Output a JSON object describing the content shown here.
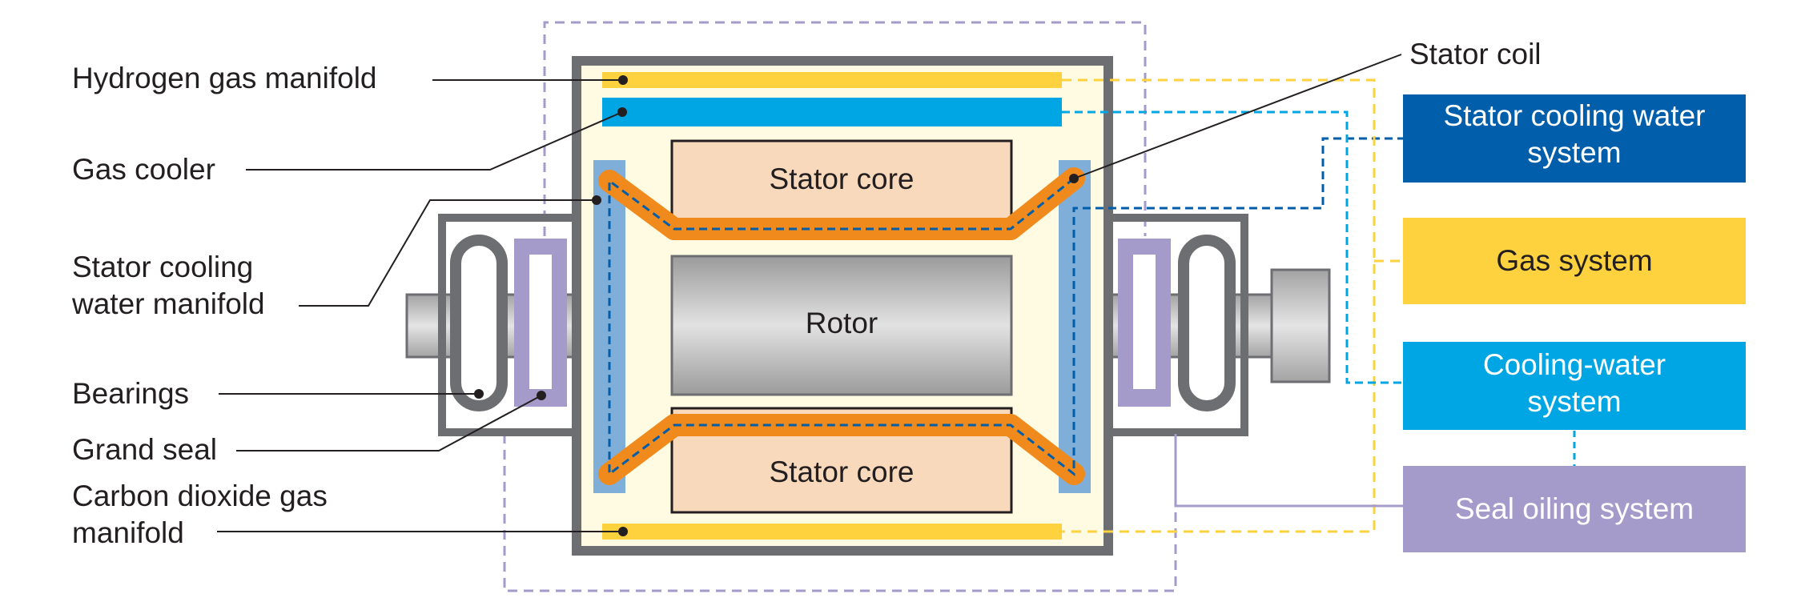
{
  "left_labels": {
    "hydrogen_gas_manifold": "Hydrogen gas manifold",
    "gas_cooler": "Gas cooler",
    "stator_cooling_water_manifold": [
      "Stator cooling",
      "water manifold"
    ],
    "bearings": "Bearings",
    "grand_seal": "Grand seal",
    "carbon_dioxide_gas_manifold": [
      "Carbon dioxide gas",
      "manifold"
    ]
  },
  "top_label": {
    "stator_coil": "Stator coil"
  },
  "parts": {
    "stator_core_top": "Stator core",
    "stator_core_bottom": "Stator core",
    "rotor": "Rotor"
  },
  "systems": [
    {
      "id": "stator-cooling-water-system",
      "lines": [
        "Stator cooling water",
        "system"
      ],
      "color": "#005EAB",
      "text_color": "#FFFFFF"
    },
    {
      "id": "gas-system",
      "lines": [
        "Gas system"
      ],
      "color": "#FDD23E",
      "text_color": "#231F20"
    },
    {
      "id": "cooling-water-system",
      "lines": [
        "Cooling-water",
        "system"
      ],
      "color": "#00A5E3",
      "text_color": "#FFFFFF"
    },
    {
      "id": "seal-oiling-system",
      "lines": [
        "Seal oiling system"
      ],
      "color": "#A59BCB",
      "text_color": "#FFFFFF"
    }
  ],
  "colors": {
    "housing": "#6D6E71",
    "interior": "#FFFBE3",
    "hydrogen_manifold": "#FDD23E",
    "gas_cooler": "#00A5E3",
    "water_manifold": "#7FAFD9",
    "seal": "#A59BCB",
    "stator_core": "#F9D9BC",
    "stator_coil": "#F08A1C",
    "coil_dash": "#005EAB",
    "rotor": "#BDBDBD"
  }
}
